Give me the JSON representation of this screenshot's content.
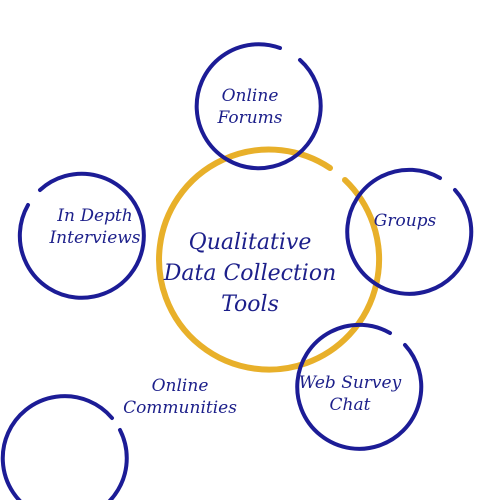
{
  "colors": {
    "outer_ring": "#1c1c96",
    "center_ring": "#e8b02a",
    "text": "#1c1f8a",
    "background": "#ffffff"
  },
  "center": {
    "lines": [
      "Qualitative",
      "Data Collection",
      "Tools"
    ]
  },
  "nodes": [
    {
      "id": "online-forums",
      "lines": [
        "Online",
        "Forums"
      ]
    },
    {
      "id": "groups",
      "lines": [
        "Groups"
      ]
    },
    {
      "id": "web-survey-chat",
      "lines": [
        "Web Survey",
        "Chat"
      ]
    },
    {
      "id": "online-communities",
      "lines": [
        "Online",
        "Communities"
      ]
    },
    {
      "id": "in-depth-interviews",
      "lines": [
        "In Depth",
        "Interviews"
      ]
    }
  ]
}
